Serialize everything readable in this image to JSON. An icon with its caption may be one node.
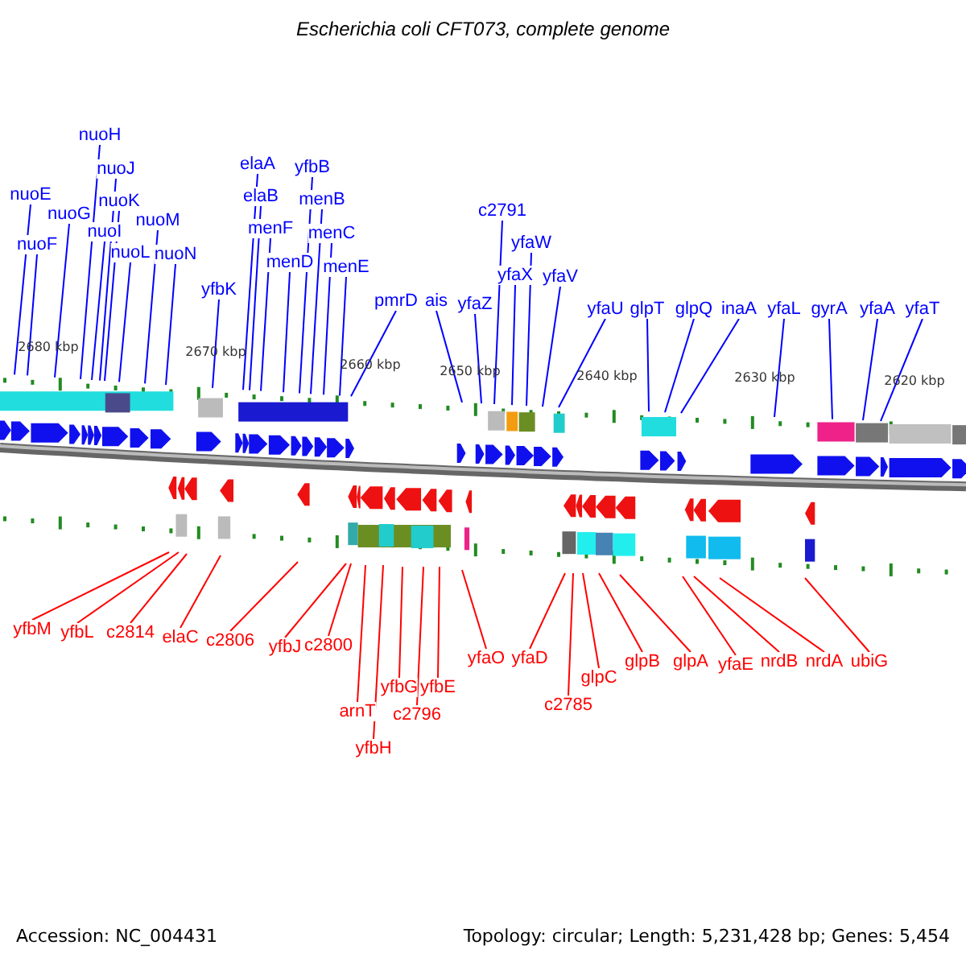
{
  "diagram": {
    "title": "Escherichia coli CFT073, complete genome",
    "nodes": [
      {
        "text": [
          "nuoE"
        ]
      },
      {
        "text": [
          "nuoF"
        ]
      },
      {
        "text": [
          "nuoG"
        ]
      },
      {
        "text": [
          "nuoH"
        ]
      },
      {
        "text": [
          "nuoI"
        ]
      },
      {
        "text": [
          "nuoJ"
        ]
      },
      {
        "text": [
          "nuoK"
        ]
      },
      {
        "text": [
          "nuoL"
        ]
      },
      {
        "text": [
          "nuoM"
        ]
      },
      {
        "text": [
          "nuoN"
        ]
      },
      {
        "text": [
          "yfbK"
        ]
      },
      {
        "text": [
          "elaA"
        ]
      },
      {
        "text": [
          "elaB"
        ]
      },
      {
        "text": [
          "menF"
        ]
      },
      {
        "text": [
          "menD"
        ]
      },
      {
        "text": [
          "yfbB"
        ]
      },
      {
        "text": [
          "menB"
        ]
      },
      {
        "text": [
          "menC"
        ]
      },
      {
        "text": [
          "menE"
        ]
      },
      {
        "text": [
          "pmrD"
        ]
      },
      {
        "text": [
          "ais"
        ]
      },
      {
        "text": [
          "yfaZ"
        ]
      },
      {
        "text": [
          "c2791"
        ]
      },
      {
        "text": [
          "yfaX"
        ]
      },
      {
        "text": [
          "yfaW"
        ]
      },
      {
        "text": [
          "yfaV"
        ]
      },
      {
        "text": [
          "yfaU"
        ]
      },
      {
        "text": [
          "glpT"
        ]
      },
      {
        "text": [
          "glpQ"
        ]
      },
      {
        "text": [
          "inaA"
        ]
      },
      {
        "text": [
          "yfaL"
        ]
      },
      {
        "text": [
          "gyrA"
        ]
      },
      {
        "text": [
          "yfaA"
        ]
      },
      {
        "text": [
          "yfaT"
        ]
      },
      {
        "text": [
          "yfbM"
        ]
      },
      {
        "text": [
          "yfbL"
        ]
      },
      {
        "text": [
          "c2814"
        ]
      },
      {
        "text": [
          "elaC"
        ]
      },
      {
        "text": [
          "c2806"
        ]
      },
      {
        "text": [
          "yfbJ"
        ]
      },
      {
        "text": [
          "c2800"
        ]
      },
      {
        "text": [
          "arnT"
        ]
      },
      {
        "text": [
          "yfbH"
        ]
      },
      {
        "text": [
          "yfbG"
        ]
      },
      {
        "text": [
          "c2796"
        ]
      },
      {
        "text": [
          "yfbE"
        ]
      },
      {
        "text": [
          "yfaO"
        ]
      },
      {
        "text": [
          "yfaD"
        ]
      },
      {
        "text": [
          "c2785"
        ]
      },
      {
        "text": [
          "glpC"
        ]
      },
      {
        "text": [
          "glpB"
        ]
      },
      {
        "text": [
          "glpA"
        ]
      },
      {
        "text": [
          "yfaE"
        ]
      },
      {
        "text": [
          "nrdB"
        ]
      },
      {
        "text": [
          "nrdA"
        ]
      },
      {
        "text": [
          "ubiG"
        ]
      }
    ],
    "edges": [
      {
        "from": 0,
        "to": null,
        "arrow": "none"
      },
      {
        "from": 1,
        "to": null,
        "arrow": "none"
      },
      {
        "from": 2,
        "to": null,
        "arrow": "none"
      },
      {
        "from": 3,
        "to": null,
        "arrow": "none"
      },
      {
        "from": 4,
        "to": null,
        "arrow": "none"
      },
      {
        "from": 5,
        "to": null,
        "arrow": "none"
      },
      {
        "from": 6,
        "to": null,
        "arrow": "none"
      },
      {
        "from": 7,
        "to": null,
        "arrow": "none"
      },
      {
        "from": 8,
        "to": null,
        "arrow": "none"
      },
      {
        "from": 9,
        "to": null,
        "arrow": "none"
      },
      {
        "from": 10,
        "to": null,
        "arrow": "none"
      },
      {
        "from": 11,
        "to": null,
        "arrow": "none"
      },
      {
        "from": 12,
        "to": null,
        "arrow": "none"
      },
      {
        "from": 13,
        "to": null,
        "arrow": "none"
      },
      {
        "from": 14,
        "to": null,
        "arrow": "none"
      },
      {
        "from": 15,
        "to": null,
        "arrow": "none"
      },
      {
        "from": 16,
        "to": null,
        "arrow": "none"
      },
      {
        "from": 17,
        "to": null,
        "arrow": "none"
      },
      {
        "from": 18,
        "to": null,
        "arrow": "none"
      },
      {
        "from": 19,
        "to": null,
        "arrow": "none"
      },
      {
        "from": 20,
        "to": null,
        "arrow": "none"
      },
      {
        "from": 21,
        "to": null,
        "arrow": "none"
      },
      {
        "from": 22,
        "to": null,
        "arrow": "none"
      },
      {
        "from": 23,
        "to": null,
        "arrow": "none"
      },
      {
        "from": 24,
        "to": null,
        "arrow": "none"
      },
      {
        "from": 25,
        "to": null,
        "arrow": "none"
      },
      {
        "from": 26,
        "to": null,
        "arrow": "none"
      },
      {
        "from": 27,
        "to": null,
        "arrow": "none"
      },
      {
        "from": 28,
        "to": null,
        "arrow": "none"
      },
      {
        "from": 29,
        "to": null,
        "arrow": "none"
      },
      {
        "from": 30,
        "to": null,
        "arrow": "none"
      },
      {
        "from": 31,
        "to": null,
        "arrow": "none"
      },
      {
        "from": 32,
        "to": null,
        "arrow": "none"
      },
      {
        "from": 33,
        "to": null,
        "arrow": "none"
      },
      {
        "from": 34,
        "to": null,
        "arrow": "none",
        "color": "#ff0000"
      },
      {
        "from": 35,
        "to": null,
        "arrow": "none",
        "color": "#ff0000"
      },
      {
        "from": 36,
        "to": null,
        "arrow": "none",
        "color": "#ff0000"
      },
      {
        "from": 37,
        "to": null,
        "arrow": "none",
        "color": "#ff0000"
      },
      {
        "from": 38,
        "to": null,
        "arrow": "none",
        "color": "#ff0000"
      },
      {
        "from": 39,
        "to": null,
        "arrow": "none",
        "color": "#ff0000"
      },
      {
        "from": 40,
        "to": null,
        "arrow": "none",
        "color": "#ff0000"
      },
      {
        "from": 41,
        "to": null,
        "arrow": "none",
        "color": "#ff0000"
      },
      {
        "from": 42,
        "to": null,
        "arrow": "none",
        "color": "#ff0000"
      },
      {
        "from": 43,
        "to": null,
        "arrow": "none",
        "color": "#ff0000"
      },
      {
        "from": 44,
        "to": null,
        "arrow": "none",
        "color": "#ff0000"
      },
      {
        "from": 45,
        "to": null,
        "arrow": "none",
        "color": "#ff0000"
      },
      {
        "from": 46,
        "to": null,
        "arrow": "none",
        "color": "#ff0000"
      },
      {
        "from": 47,
        "to": null,
        "arrow": "none",
        "color": "#ff0000"
      },
      {
        "from": 48,
        "to": null,
        "arrow": "none",
        "color": "#ff0000"
      },
      {
        "from": 49,
        "to": null,
        "arrow": "none",
        "color": "#ff0000"
      },
      {
        "from": 50,
        "to": null,
        "arrow": "none",
        "color": "#ff0000"
      },
      {
        "from": 51,
        "to": null,
        "arrow": "none",
        "color": "#ff0000"
      },
      {
        "from": 52,
        "to": null,
        "arrow": "none",
        "color": "#ff0000"
      },
      {
        "from": 53,
        "to": null,
        "arrow": "none",
        "color": "#ff0000"
      },
      {
        "from": 54,
        "to": null,
        "arrow": "none",
        "color": "#ff0000"
      },
      {
        "from": 55,
        "to": null,
        "arrow": "none",
        "color": "#ff0000"
      }
    ],
    "labels": [
      "2680 kbp",
      "2670 kbp",
      "2660 kbp",
      "2650 kbp",
      "2640 kbp",
      "2630 kbp",
      "2620 kbp",
      "Accession: NC_004431",
      "Topology: circular; Length: 5,231,428 bp; Genes: 5,454"
    ]
  }
}
